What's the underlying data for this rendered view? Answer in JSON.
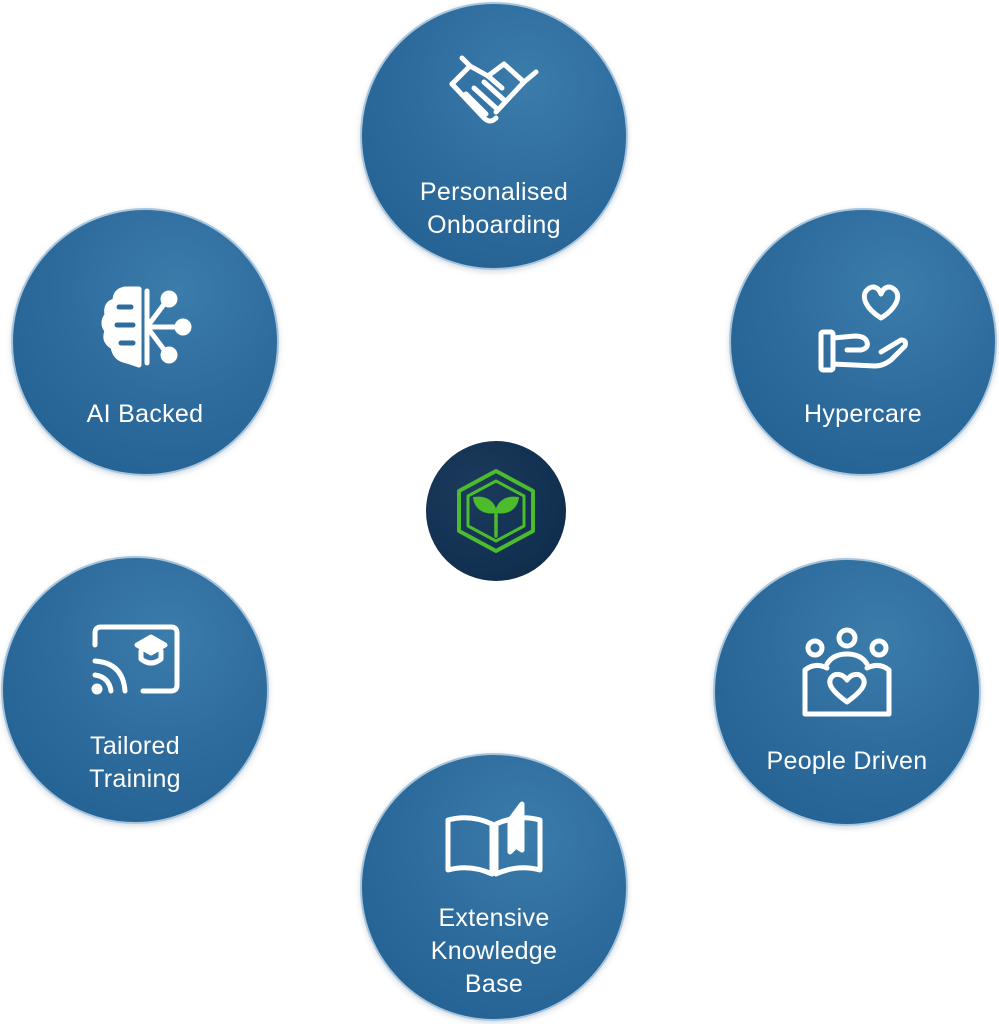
{
  "colors": {
    "node_fill": "#2e6c9d",
    "node_border": "#a8c5dc",
    "node_text": "#ffffff",
    "center_fill": "#123152",
    "logo_green": "#4cbb2c"
  },
  "center": {
    "icon": "sprout-cube-logo-icon"
  },
  "nodes": {
    "onboarding": {
      "label": "Personalised\nOnboarding",
      "icon": "handshake-icon"
    },
    "hypercare": {
      "label": "Hypercare",
      "icon": "hand-heart-icon"
    },
    "people": {
      "label": "People Driven",
      "icon": "people-heart-icon"
    },
    "knowledge": {
      "label": "Extensive\nKnowledge\nBase",
      "icon": "open-book-icon"
    },
    "training": {
      "label": "Tailored\nTraining",
      "icon": "cast-training-icon"
    },
    "ai": {
      "label": "AI Backed",
      "icon": "ai-brain-icon"
    }
  }
}
